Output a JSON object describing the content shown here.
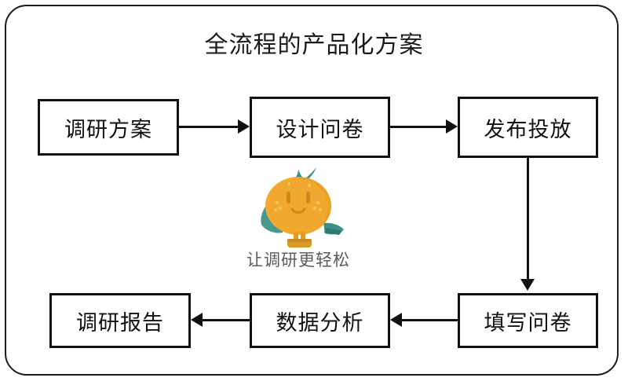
{
  "frame": {
    "border_color": "#1c1c1c",
    "background": "#ffffff"
  },
  "diagram": {
    "title": "全流程的产品化方案",
    "node_border_color": "#111111",
    "connector_color": "#111111",
    "top_row": [
      {
        "id": "node-survey-plan",
        "label": "调研方案"
      },
      {
        "id": "node-design-questionnaire",
        "label": "设计问卷"
      },
      {
        "id": "node-publish-distribute",
        "label": "发布投放"
      }
    ],
    "bottom_row": [
      {
        "id": "node-survey-report",
        "label": "调研报告"
      },
      {
        "id": "node-data-analysis",
        "label": "数据分析"
      },
      {
        "id": "node-fill-questionnaire",
        "label": "填写问卷"
      }
    ],
    "connectors": [
      {
        "id": "arrow-plan-to-design",
        "direction": "right"
      },
      {
        "id": "arrow-design-to-publish",
        "direction": "right"
      },
      {
        "id": "arrow-publish-to-fill",
        "direction": "down"
      },
      {
        "id": "arrow-fill-to-analysis",
        "direction": "left"
      },
      {
        "id": "arrow-analysis-to-report",
        "direction": "left"
      }
    ]
  },
  "mascot": {
    "name": "orange-mascot",
    "tagline": "让调研更轻松",
    "tagline_color": "#5b5b5b",
    "body_color": "#f0a92e",
    "body_shade_color": "#e79a22",
    "accent_color": "#3a8f87",
    "detail_color": "#c98a1e"
  }
}
